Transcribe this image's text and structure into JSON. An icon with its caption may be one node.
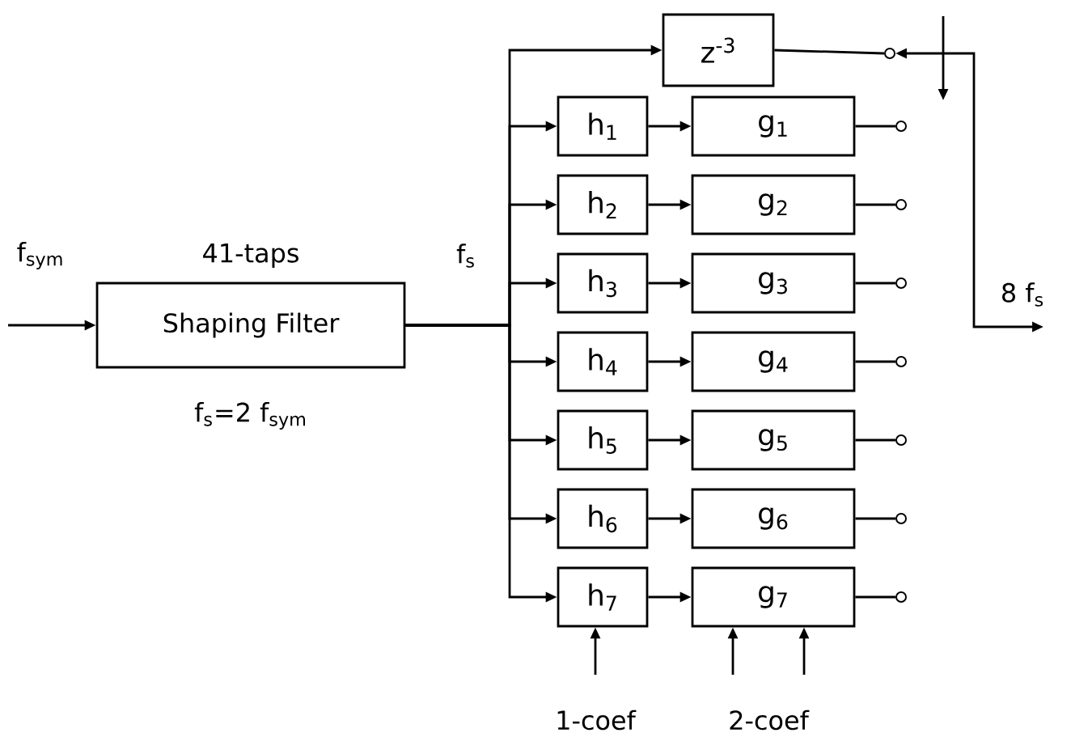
{
  "diagram": {
    "nodes": [
      {
        "text": [
          "Shaping Filter"
        ],
        "beside": [
          "41-taps",
          "f$_{s}$=2 f$_{sym}$"
        ]
      },
      {
        "text": [
          "z$^{-3}$"
        ]
      },
      {
        "text": [
          "h$_{1}$"
        ]
      },
      {
        "text": [
          "h$_{2}$"
        ]
      },
      {
        "text": [
          "h$_{3}$"
        ]
      },
      {
        "text": [
          "h$_{4}$"
        ]
      },
      {
        "text": [
          "h$_{5}$"
        ]
      },
      {
        "text": [
          "h$_{6}$"
        ]
      },
      {
        "text": [
          "h$_{7}$"
        ]
      },
      {
        "text": [
          "g$_{1}$"
        ]
      },
      {
        "text": [
          "g$_{2}$"
        ]
      },
      {
        "text": [
          "g$_{3}$"
        ]
      },
      {
        "text": [
          "g$_{4}$"
        ]
      },
      {
        "text": [
          "g$_{5}$"
        ]
      },
      {
        "text": [
          "g$_{6}$"
        ]
      },
      {
        "text": [
          "g$_{7}$"
        ]
      },
      {
        "text": [],
        "shape": "circle"
      },
      {
        "text": [],
        "shape": "circle"
      },
      {
        "text": [],
        "shape": "circle"
      },
      {
        "text": [],
        "shape": "circle"
      },
      {
        "text": [],
        "shape": "circle"
      },
      {
        "text": [],
        "shape": "circle"
      },
      {
        "text": [],
        "shape": "circle"
      },
      {
        "text": [],
        "shape": "circle"
      }
    ],
    "edges": [
      {
        "from": null,
        "to": 0,
        "arrow": "to",
        "label": "f$_{sym}$"
      },
      {
        "from": 0,
        "to": 1,
        "arrow": "to"
      },
      {
        "from": 0,
        "to": 2,
        "arrow": "to"
      },
      {
        "from": 0,
        "to": 3,
        "arrow": "to"
      },
      {
        "from": 0,
        "to": 4,
        "arrow": "to"
      },
      {
        "from": 0,
        "to": 5,
        "arrow": "to"
      },
      {
        "from": 0,
        "to": 6,
        "arrow": "to"
      },
      {
        "from": 0,
        "to": 7,
        "arrow": "to"
      },
      {
        "from": 0,
        "to": 8,
        "arrow": "to"
      },
      {
        "from": 2,
        "to": 9,
        "arrow": "to"
      },
      {
        "from": 3,
        "to": 10,
        "arrow": "to"
      },
      {
        "from": 4,
        "to": 11,
        "arrow": "to"
      },
      {
        "from": 5,
        "to": 12,
        "arrow": "to"
      },
      {
        "from": 6,
        "to": 13,
        "arrow": "to"
      },
      {
        "from": 7,
        "to": 14,
        "arrow": "to"
      },
      {
        "from": 8,
        "to": 15,
        "arrow": "to"
      },
      {
        "from": 1,
        "to": 16,
        "arrow": "none"
      },
      {
        "from": 9,
        "to": 17,
        "arrow": "none"
      },
      {
        "from": 10,
        "to": 18,
        "arrow": "none"
      },
      {
        "from": 11,
        "to": 19,
        "arrow": "none"
      },
      {
        "from": 12,
        "to": 20,
        "arrow": "none"
      },
      {
        "from": 13,
        "to": 21,
        "arrow": "none"
      },
      {
        "from": 14,
        "to": 22,
        "arrow": "none"
      },
      {
        "from": 15,
        "to": 23,
        "arrow": "none"
      },
      {
        "from": 16,
        "to": null,
        "arrow": "both",
        "label": "8 f$_{s}$"
      },
      {
        "from": null,
        "to": 8,
        "arrow": "to"
      },
      {
        "from": null,
        "to": 15,
        "arrow": "to"
      },
      {
        "from": null,
        "to": 15,
        "arrow": "to"
      }
    ],
    "labels": [
      "f$_{s}$",
      "1-coef",
      "2-coef"
    ]
  }
}
